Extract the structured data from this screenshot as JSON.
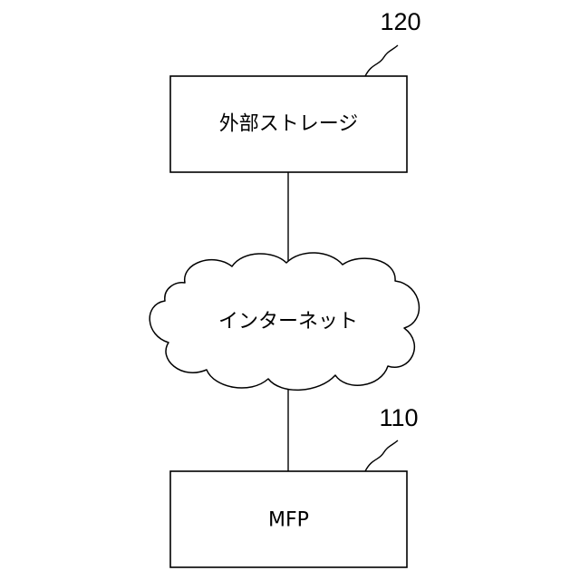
{
  "nodes": {
    "external_storage": {
      "label": "外部ストレージ",
      "ref": "120"
    },
    "internet": {
      "label": "インターネット"
    },
    "mfp": {
      "label": "MFP",
      "ref": "110"
    }
  },
  "connections": [
    {
      "from": "external_storage",
      "to": "internet"
    },
    {
      "from": "internet",
      "to": "mfp"
    }
  ]
}
